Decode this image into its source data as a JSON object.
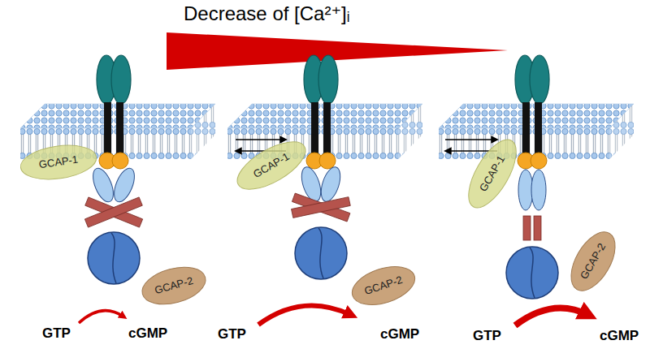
{
  "diagram": {
    "title": "Decrease of [Ca²⁺]ᵢ",
    "nodes": [
      {
        "text": [
          "GCAP-1"
        ]
      },
      {
        "text": [
          "GCAP-2"
        ]
      },
      {
        "text": [
          "GCAP-1"
        ]
      },
      {
        "text": [
          "GCAP-2"
        ]
      },
      {
        "text": [
          "GCAP-1"
        ]
      },
      {
        "text": [
          "GCAP-2"
        ]
      }
    ],
    "labels": [
      "GTP",
      "cGMP",
      "GTP",
      "cGMP",
      "GTP",
      "cGMP"
    ]
  }
}
